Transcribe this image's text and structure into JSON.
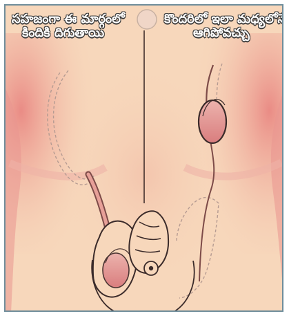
{
  "captions": {
    "left": {
      "line1": "సహజంగా ఈ మార్గంలో",
      "line2": "కిందికి దిగుతాయి"
    },
    "right": {
      "line1": "కొందరిలో ఇలా మధ్యలోనే",
      "line2": "ఆగిపోవచ్చు"
    }
  },
  "colors": {
    "skin": "#f7d7bb",
    "shadow": "#e99a92",
    "outline": "#7d4b48",
    "border": "#6f8d9b"
  }
}
